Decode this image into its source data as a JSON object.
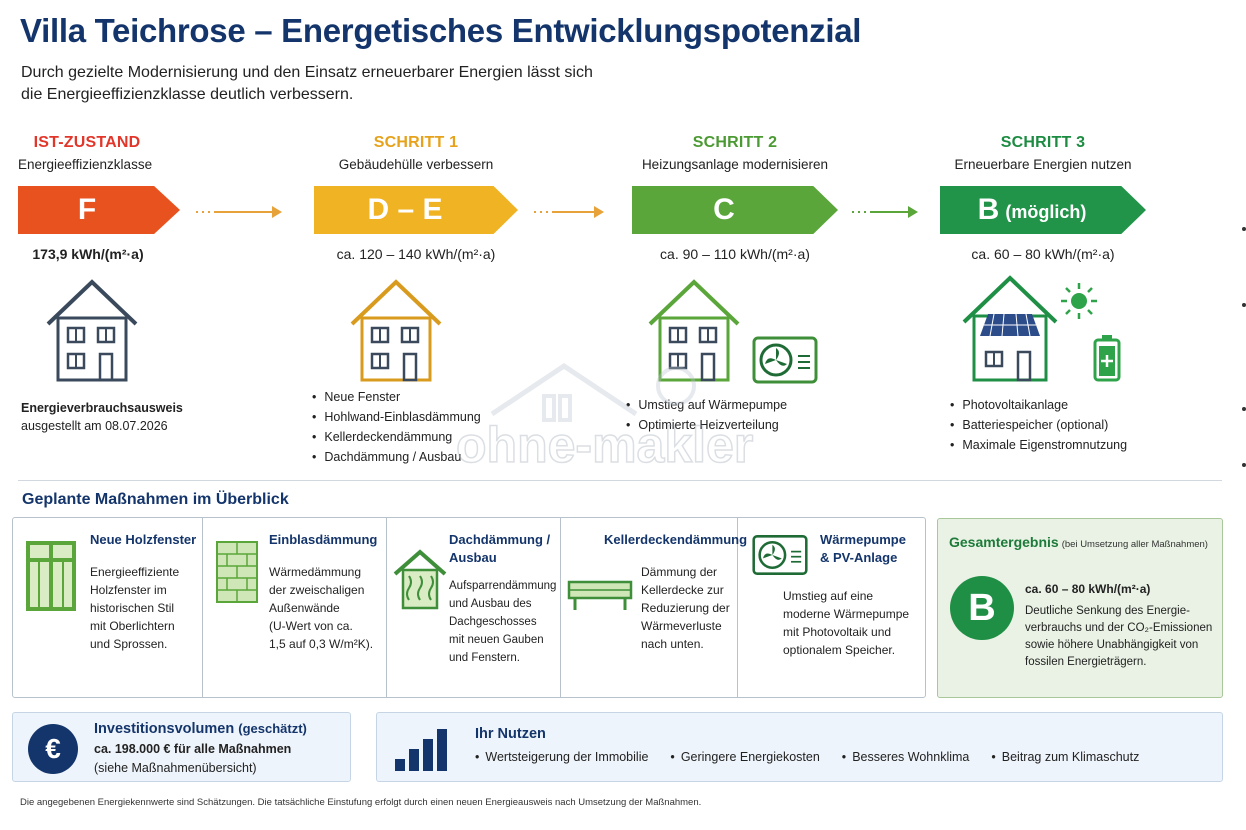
{
  "header": {
    "title": "Villa Teichrose – Energetisches Entwicklungspotenzial",
    "subtitle_line1": "Durch gezielte Modernisierung und den Einsatz erneuerbarer Energien lässt sich",
    "subtitle_line2": "die Energieeffizienzklasse deutlich verbessern."
  },
  "stages": [
    {
      "head": "IST-ZUSTAND",
      "sub": "Energieeffizienzklasse",
      "class_label": "F",
      "class_extra": "",
      "kwh": "173,9 kWh/(m²·a)",
      "color": "#e8521f"
    },
    {
      "head": "SCHRITT 1",
      "sub": "Gebäudehülle verbessern",
      "class_label": "D – E",
      "class_extra": "",
      "kwh": "ca. 120 – 140 kWh/(m²·a)",
      "color": "#f0b323"
    },
    {
      "head": "SCHRITT 2",
      "sub": "Heizungsanlage modernisieren",
      "class_label": "C",
      "class_extra": "",
      "kwh": "ca. 90 – 110 kWh/(m²·a)",
      "color": "#5aa63a"
    },
    {
      "head": "SCHRITT 3",
      "sub": "Erneuerbare Energien nutzen",
      "class_label": "B",
      "class_extra": "(möglich)",
      "kwh": "ca. 60 – 80 kWh/(m²·a)",
      "color": "#21944a"
    }
  ],
  "ist_note": {
    "line1": "Energieverbrauchsausweis",
    "line2": "ausgestellt am 08.07.2026"
  },
  "step1_bullets": [
    "Neue Fenster",
    "Hohlwand-Einblasdämmung",
    "Kellerdeckendämmung",
    "Dachdämmung / Ausbau"
  ],
  "step2_bullets": [
    "Umstieg auf Wärmepumpe",
    "Optimierte Heizverteilung"
  ],
  "step3_bullets": [
    "Photovoltaikanlage",
    "Batteriespeicher (optional)",
    "Maximale Eigenstromnutzung"
  ],
  "watermark": {
    "text": "ohne-makler"
  },
  "measures": {
    "section_title": "Geplante Maßnahmen im Überblick",
    "items": [
      {
        "title": "Neue Holzfenster",
        "lines": [
          "Energieeffiziente",
          "Holzfenster im",
          "historischen Stil",
          "mit Oberlichtern",
          "und Sprossen."
        ]
      },
      {
        "title": "Einblasdämmung",
        "lines": [
          "Wärmedämmung",
          "der zweischaligen",
          "Außenwände",
          "(U-Wert von ca.",
          "1,5 auf 0,3 W/m²K)."
        ]
      },
      {
        "title_line1": "Dachdämmung /",
        "title_line2": "Ausbau",
        "lines": [
          "Aufsparrendämmung",
          "und Ausbau des",
          "Dachgeschosses",
          "mit neuen Gauben",
          "und Fenstern."
        ]
      },
      {
        "title": "Kellerdeckendämmung",
        "lines": [
          "Dämmung der",
          "Kellerdecke zur",
          "Reduzierung der",
          "Wärmeverluste",
          "nach unten."
        ]
      },
      {
        "title_line1": "Wärmepumpe",
        "title_line2": "& PV-Anlage",
        "lines": [
          "Umstieg auf eine",
          "moderne Wärmepumpe",
          "mit Photovoltaik und",
          "optionalem Speicher."
        ]
      }
    ]
  },
  "result": {
    "title": "Gesamtergebnis",
    "note": "(bei Umsetzung aller Maßnahmen)",
    "badge": "B",
    "kwh": "ca. 60 – 80 kWh/(m²·a)",
    "lines": [
      "Deutliche Senkung des Energie-",
      "verbrauchs und der CO₂-Emissionen",
      "sowie höhere Unabhängigkeit von",
      "fossilen Energieträgern."
    ]
  },
  "investment": {
    "symbol": "€",
    "title": "Investitionsvolumen",
    "note": "(geschätzt)",
    "amount": "ca. 198.000 € für alle Maßnahmen",
    "sub": "(siehe Maßnahmenübersicht)"
  },
  "benefits": {
    "title": "Ihr Nutzen",
    "items": [
      "Wertsteigerung der Immobilie",
      "Geringere Energiekosten",
      "Besseres Wohnklima",
      "Beitrag zum Klimaschutz"
    ]
  },
  "footnote": "Die angegebenen Energiekennwerte sind Schätzungen. Die tatsächliche Einstufung erfolgt durch einen neuen Energieausweis nach Umsetzung der Maßnahmen.",
  "colors": {
    "navy": "#14356b",
    "class_f": "#e8521f",
    "class_de": "#f0b323",
    "class_c": "#5aa63a",
    "class_b": "#21944a"
  }
}
